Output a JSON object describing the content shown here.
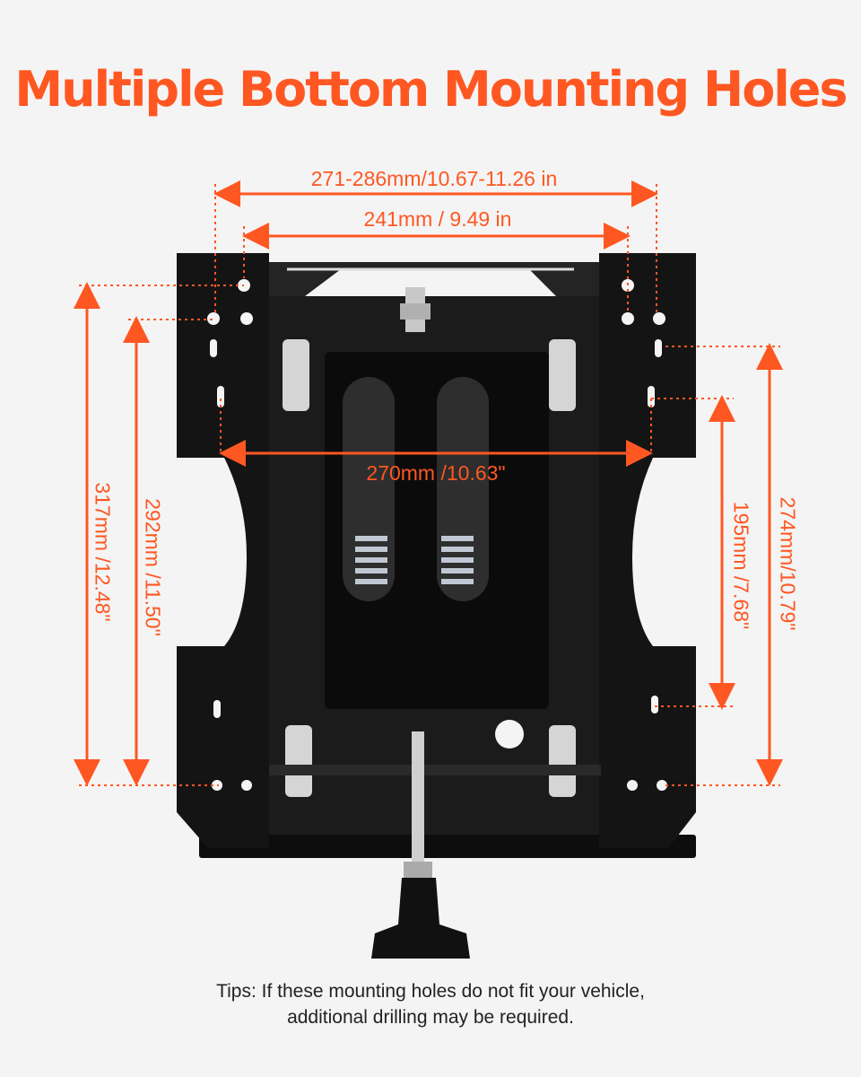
{
  "title": "Multiple Bottom Mounting Holes",
  "colors": {
    "accent": "#ff5722",
    "background": "#f4f4f4",
    "steel": "#121212"
  },
  "dimensions": {
    "outer_width": "271-286mm/10.67-11.26 in",
    "inner_width": "241mm / 9.49 in",
    "mid_width": "270mm /10.63\"",
    "left_outer_height": "317mm /12.48\"",
    "left_inner_height": "292mm /11.50\"",
    "right_inner_height": "195mm /7.68\"",
    "right_outer_height": "274mm/10.79\""
  },
  "tips": {
    "line1": "Tips: If these mounting holes do not fit your vehicle,",
    "line2": "additional drilling may be required."
  }
}
